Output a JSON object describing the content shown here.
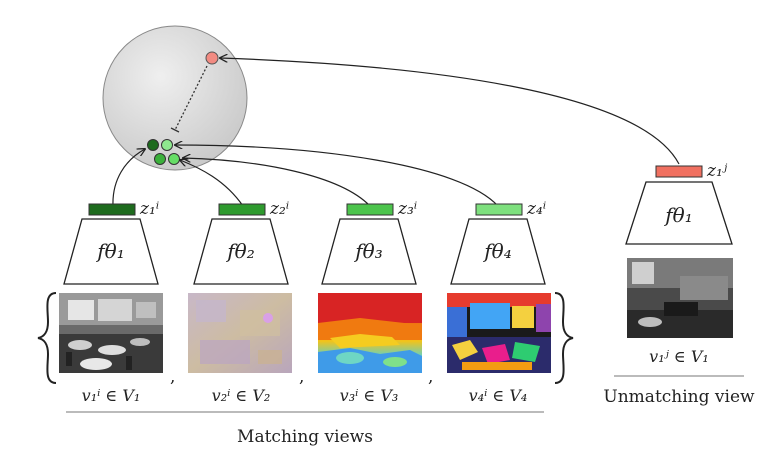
{
  "encoders": [
    {
      "label": "fθ₁",
      "embedding_label": "z₁ⁱ",
      "embedding_color": "#1e6b1e",
      "caption": "v₁ⁱ ∈ V₁",
      "image_kind": "rgb-classroom"
    },
    {
      "label": "fθ₂",
      "embedding_label": "z₂ⁱ",
      "embedding_color": "#2e9a2e",
      "caption": "v₂ⁱ ∈ V₂",
      "image_kind": "surface-normals"
    },
    {
      "label": "fθ₃",
      "embedding_label": "z₃ⁱ",
      "embedding_color": "#4cc44c",
      "caption": "v₃ⁱ ∈ V₃",
      "image_kind": "depth-map"
    },
    {
      "label": "fθ₄",
      "embedding_label": "z₄ⁱ",
      "embedding_color": "#7ee07e",
      "caption": "v₄ⁱ ∈ V₄",
      "image_kind": "semantic-segmentation"
    }
  ],
  "unmatched": {
    "label": "fθ₁",
    "embedding_label": "z₁ʲ",
    "embedding_color": "#f07060",
    "caption": "v₁ʲ ∈ V₁",
    "image_kind": "rgb-living-room"
  },
  "group_labels": {
    "matching": "Matching views",
    "unmatching": "Unmatching view"
  },
  "colors": {
    "sphere": "#d9d9d9",
    "negative_point": "#f28b82",
    "dark_green": "#1e6b1e",
    "light_green": "#66dd66"
  }
}
